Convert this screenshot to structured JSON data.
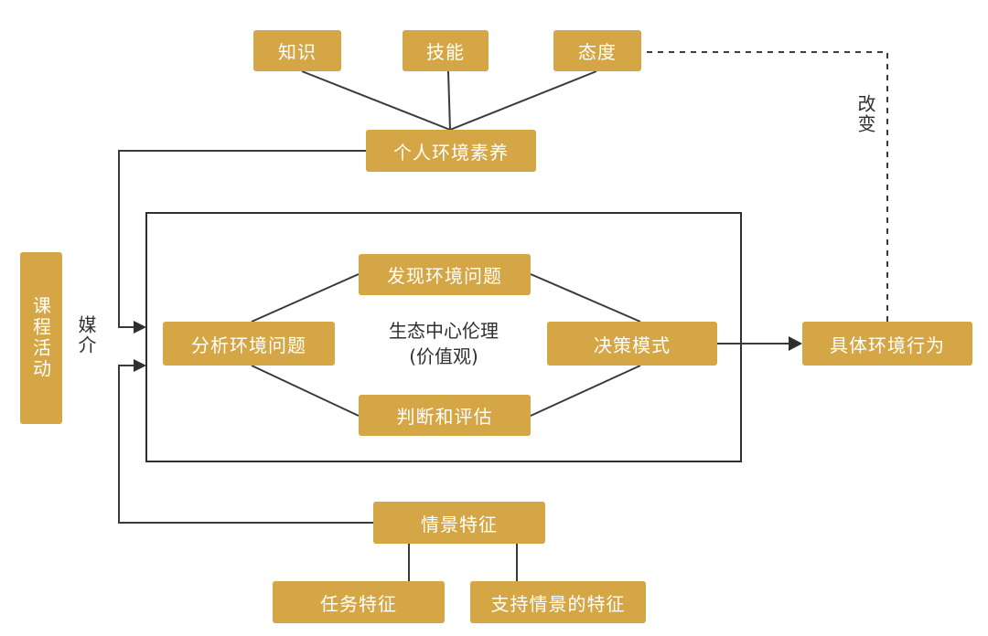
{
  "colors": {
    "box": "#d4a645",
    "box_text": "#ffffff",
    "line": "#3a3a3a"
  },
  "nodes": {
    "knowledge": "知识",
    "skills": "技能",
    "attitude": "态度",
    "personal_literacy": "个人环境素养",
    "course_activities": "课程活动",
    "discover_problem": "发现环境问题",
    "analyze_problem": "分析环境问题",
    "decision_mode": "决策模式",
    "judge_evaluate": "判断和评估",
    "concrete_behavior": "具体环境行为",
    "situational_features": "情景特征",
    "task_features": "任务特征",
    "supporting_situation_features": "支持情景的特征"
  },
  "labels": {
    "media": "媒介",
    "change": "改变",
    "center_line1": "生态中心伦理",
    "center_line2": "(价值观)"
  }
}
